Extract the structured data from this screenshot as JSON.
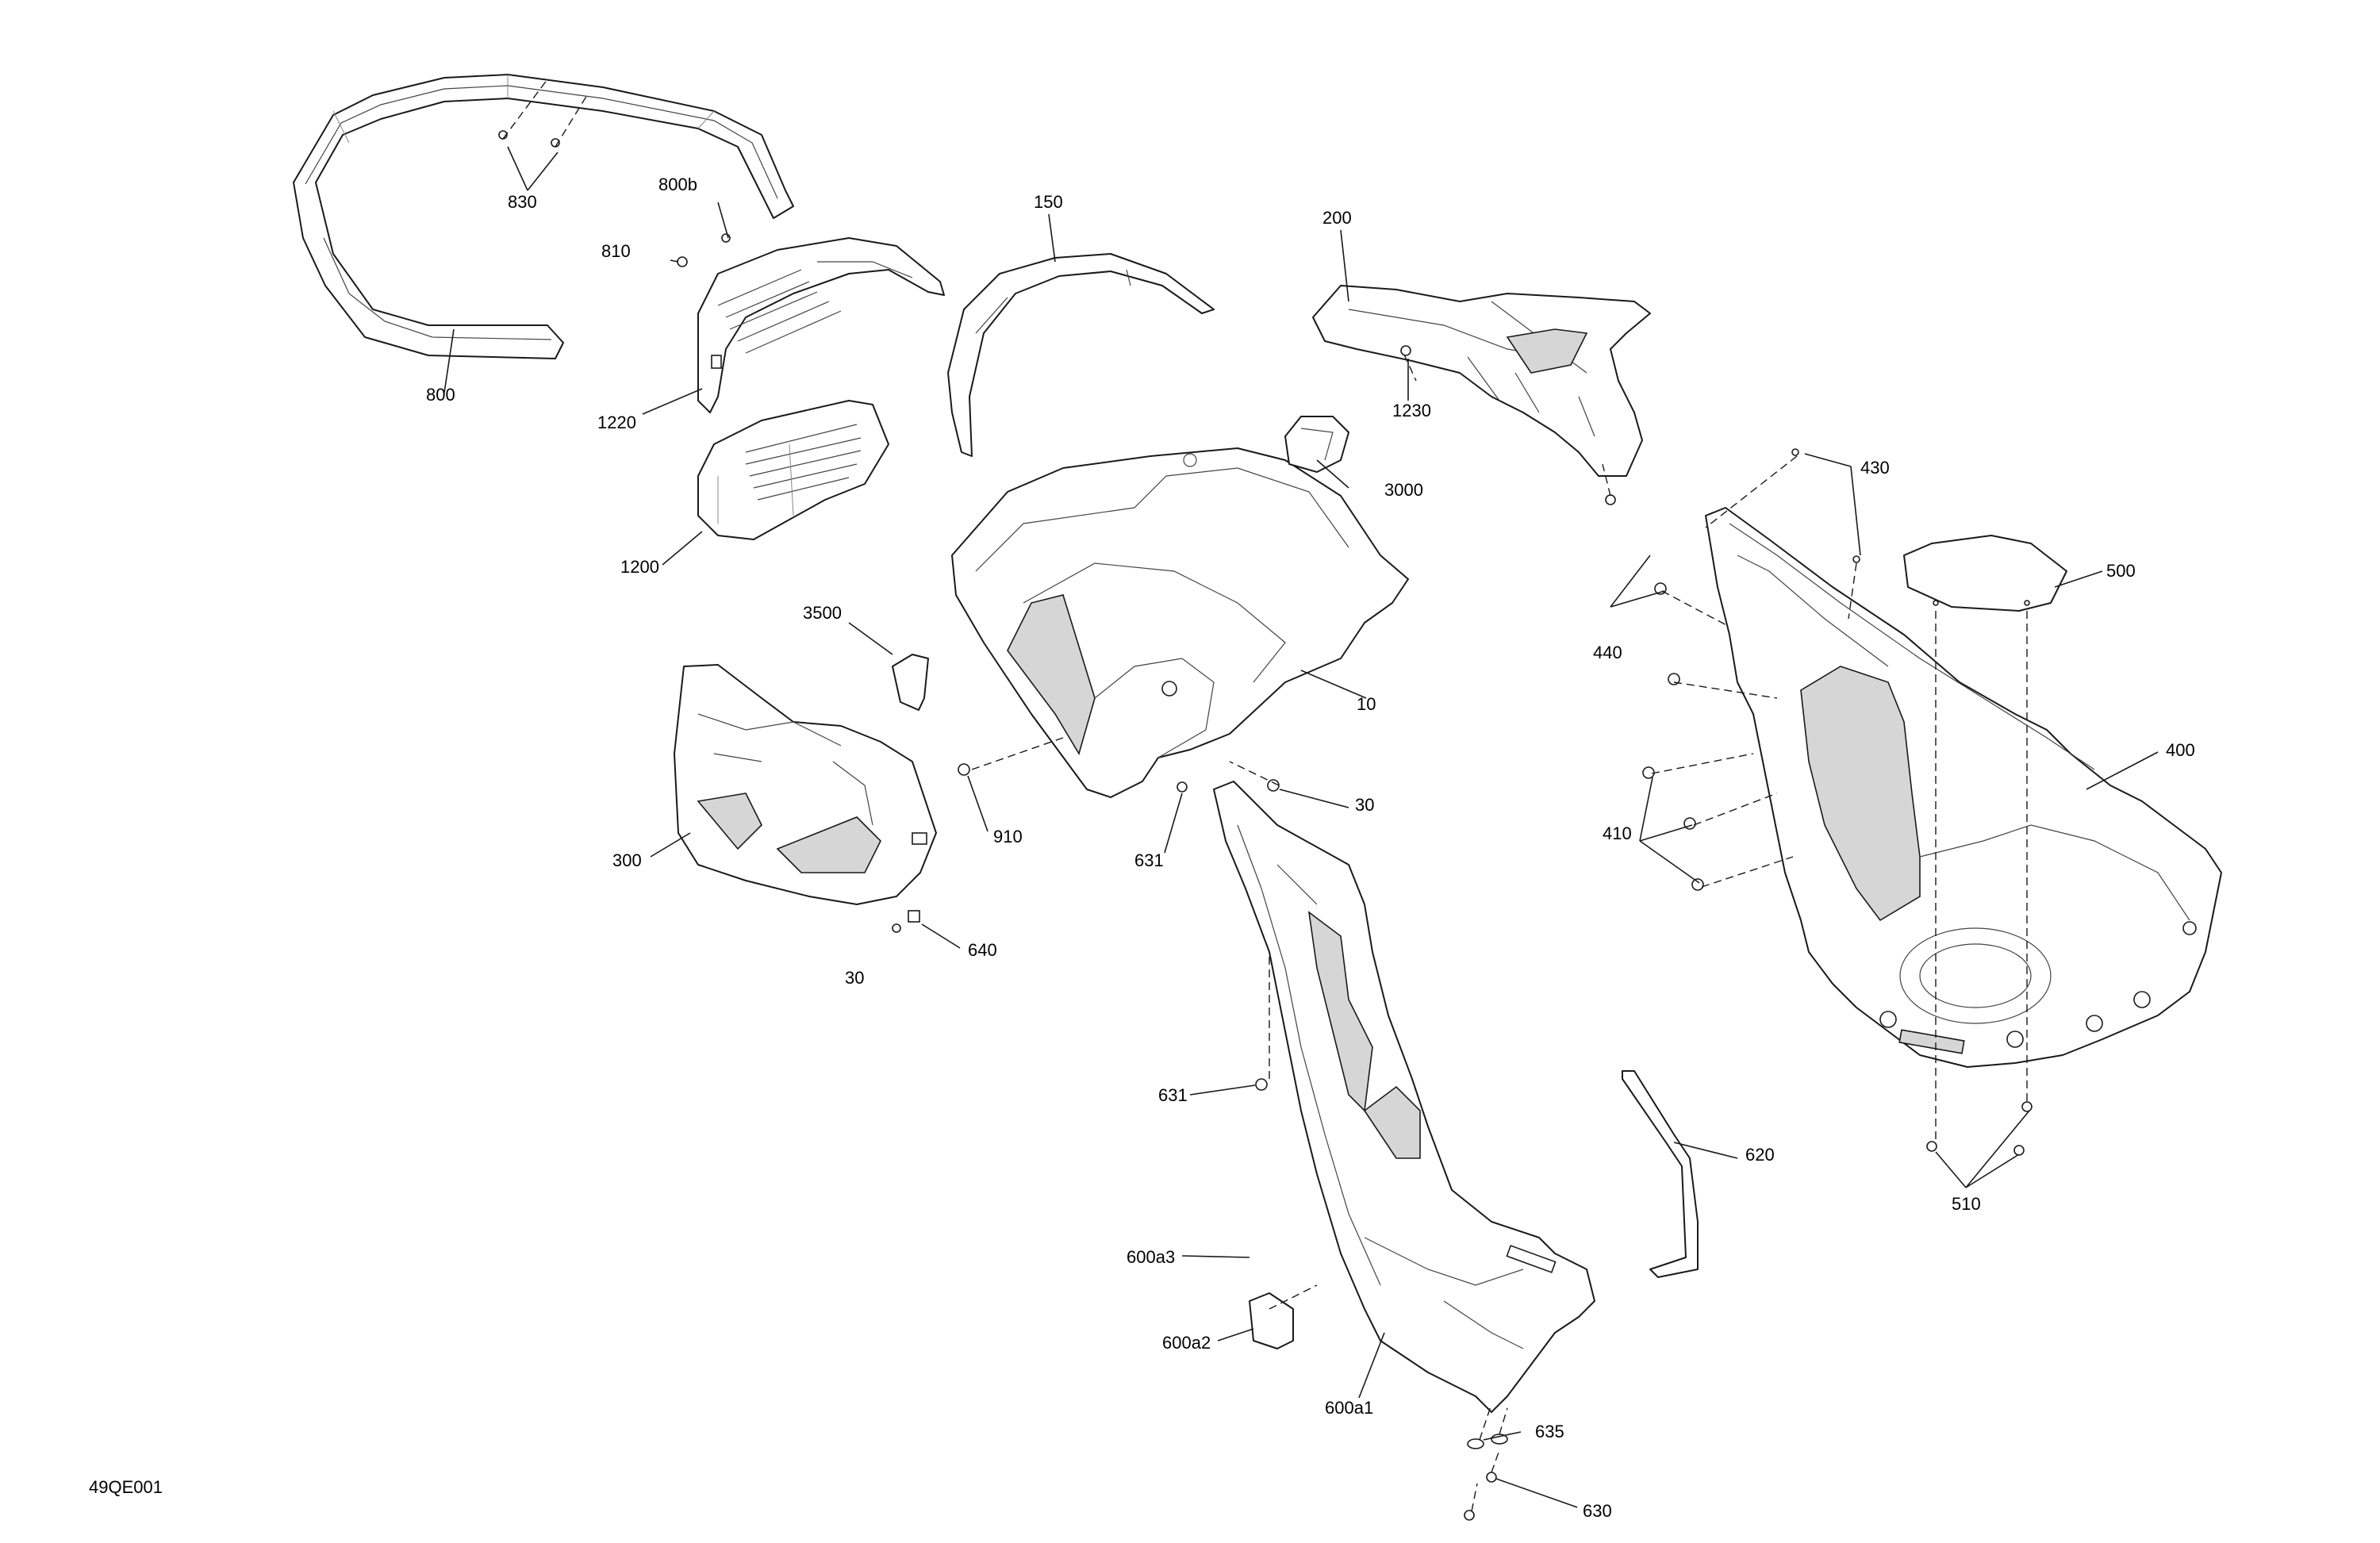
{
  "diagram": {
    "drawing_code": "49QE001",
    "callouts": {
      "c10": "10",
      "c30a": "30",
      "c30b": "30",
      "c150": "150",
      "c200": "200",
      "c300": "300",
      "c400": "400",
      "c410": "410",
      "c430": "430",
      "c440": "440",
      "c500": "500",
      "c510": "510",
      "c600a1": "600a1",
      "c600a2": "600a2",
      "c600a3": "600a3",
      "c620": "620",
      "c630": "630",
      "c631a": "631",
      "c631b": "631",
      "c635": "635",
      "c640": "640",
      "c800": "800",
      "c800b": "800b",
      "c810": "810",
      "c830": "830",
      "c910": "910",
      "c1200": "1200",
      "c1220": "1220",
      "c1230": "1230",
      "c3000": "3000",
      "c3500": "3500"
    }
  }
}
